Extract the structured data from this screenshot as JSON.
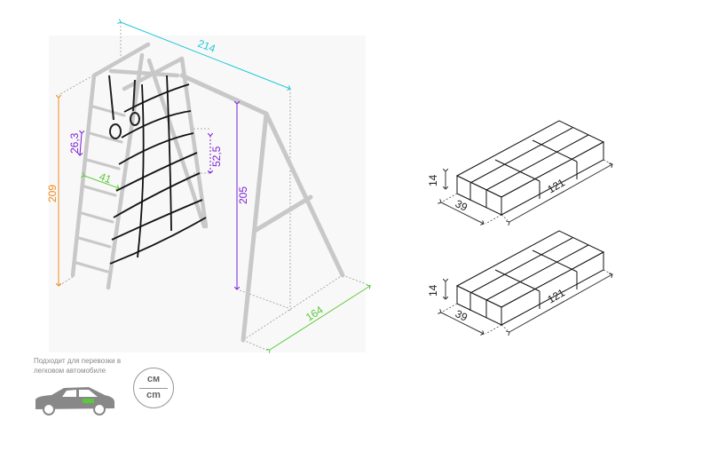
{
  "dimensions": {
    "width": "214",
    "height_total": "209",
    "beam_height": "205",
    "depth": "164",
    "rung_spacing": "26,3",
    "net_cell": "52,5",
    "ladder_width": "41"
  },
  "packages": [
    {
      "height": "14",
      "width": "39",
      "length": "121"
    },
    {
      "height": "14",
      "width": "39",
      "length": "121"
    }
  ],
  "note": "Подходит для перевозки в легковом автомобиле",
  "units": {
    "top": "см",
    "bottom": "cm"
  },
  "colors": {
    "width": "#22c8d8",
    "height": "#f08a1c",
    "vertical": "#7a1fd6",
    "green": "#5cc93a"
  }
}
